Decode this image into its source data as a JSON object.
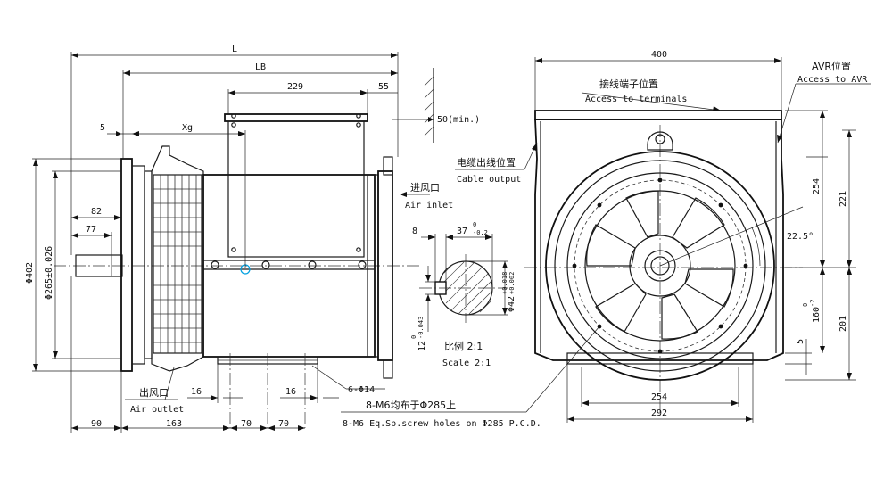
{
  "side_view": {
    "L": "L",
    "LB": "LB",
    "d229": "229",
    "d55": "55",
    "d5": "5",
    "Xg": "Xg",
    "d82": "82",
    "d77": "77",
    "phi402": "Φ402",
    "phi265": "Φ265±0.026",
    "clearance": "50(min.)",
    "inlet_cn": "进风口",
    "inlet_en": "Air inlet",
    "outlet_cn": "出风口",
    "outlet_en": "Air outlet",
    "d16a": "16",
    "d16b": "16",
    "holes": "6-Φ14",
    "d90": "90",
    "d163": "163",
    "d70a": "70",
    "d70b": "70",
    "bolt_cn": "8-M6均布于Φ285上",
    "bolt_en": "8-M6 Eq.Sp.screw holes on Φ285 P.C.D."
  },
  "shaft_section": {
    "d8": "8",
    "d37": "37",
    "d37_tol_upper": "0",
    "d37_tol_lower": "-0.2",
    "d12": "12",
    "d12_tol_upper": "0",
    "d12_tol_lower": "-0.043",
    "phi42": "Φ42",
    "phi42_tol_upper": "+0.018",
    "phi42_tol_lower": "+0.002",
    "scale_cn": "比例 2:1",
    "scale_en": "Scale 2:1"
  },
  "end_view": {
    "d400": "400",
    "avr_cn": "AVR位置",
    "avr_en": "Access to AVR",
    "terminals_cn": "接线端子位置",
    "terminals_en": "Access to terminals",
    "cable_cn": "电缆出线位置",
    "cable_en": "Cable output",
    "d254v": "254",
    "d221": "221",
    "angle": "22.5°",
    "d160": "160",
    "d160_tol_upper": "0",
    "d160_tol_lower": "-2",
    "d5": "5",
    "d201": "201",
    "d254h": "254",
    "d292": "292"
  }
}
